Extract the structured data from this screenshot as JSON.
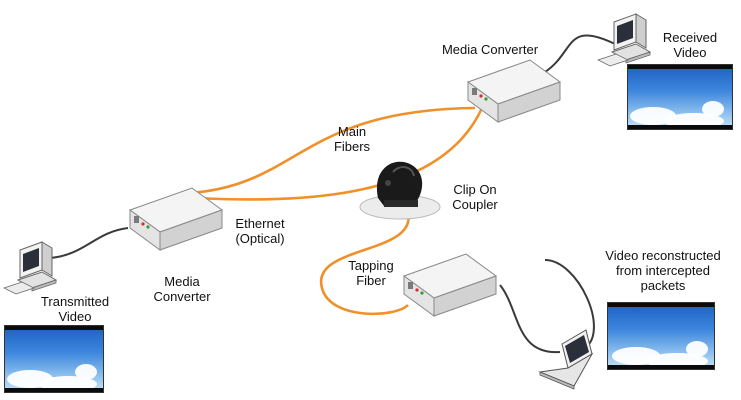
{
  "labels": {
    "media_converter_top": "Media Converter",
    "received_video": [
      "Received",
      "Video"
    ],
    "main_fibers": [
      "Main",
      "Fibers"
    ],
    "clip_on_coupler": [
      "Clip On",
      "Coupler"
    ],
    "ethernet_optical": [
      "Ethernet",
      "(Optical)"
    ],
    "media_converter_left": [
      "Media",
      "Converter"
    ],
    "tapping_fiber": [
      "Tapping",
      "Fiber"
    ],
    "video_reconstructed": [
      "Video reconstructed",
      "from intercepted",
      "packets"
    ],
    "transmitted_video": [
      "Transmitted",
      "Video"
    ]
  },
  "colors": {
    "fiber": "#f0902a",
    "cable": "#3a3a3a",
    "device_top": "#f4f4f4",
    "device_front": "#e4e4e4",
    "device_side": "#d2d2d2",
    "sky_top": "#1c5fc2",
    "sky_bottom": "#c9e3f7"
  },
  "icons": {
    "media_converter": "media-converter-icon",
    "desktop_computer": "desktop-computer-icon",
    "laptop": "laptop-icon",
    "clip_on_coupler": "clip-on-coupler-icon",
    "video_frame": "video-frame-icon"
  }
}
